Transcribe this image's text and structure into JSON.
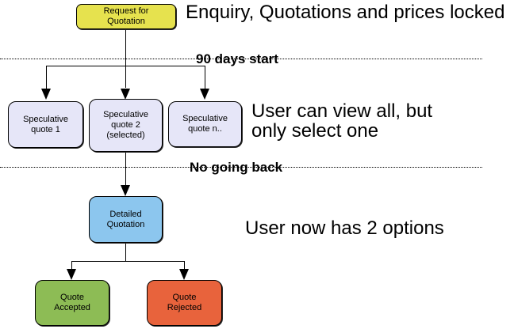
{
  "colors": {
    "yellow": "#E6E24E",
    "lavender": "#E6E6F8",
    "blue": "#8CC6EE",
    "green": "#8DBC55",
    "red": "#E8633C",
    "line": "#000000",
    "background": "#FFFFFF"
  },
  "nodes": {
    "request": {
      "label": "Request for\nQuotation"
    },
    "spec1": {
      "label": "Speculative\nquote 1"
    },
    "spec2": {
      "label": "Speculative\nquote 2\n(selected)"
    },
    "spec3": {
      "label": "Speculative\nquote n.."
    },
    "detailed": {
      "label": "Detailed\nQuotation"
    },
    "accepted": {
      "label": "Quote\nAccepted"
    },
    "rejected": {
      "label": "Quote\nRejected"
    }
  },
  "dividers": {
    "first_label": "90 days start",
    "second_label": "No going back"
  },
  "annotations": {
    "top": "Enquiry, Quotations and prices locked",
    "middle": "User can view all, but\nonly select one",
    "bottom": "User now has 2 options"
  }
}
